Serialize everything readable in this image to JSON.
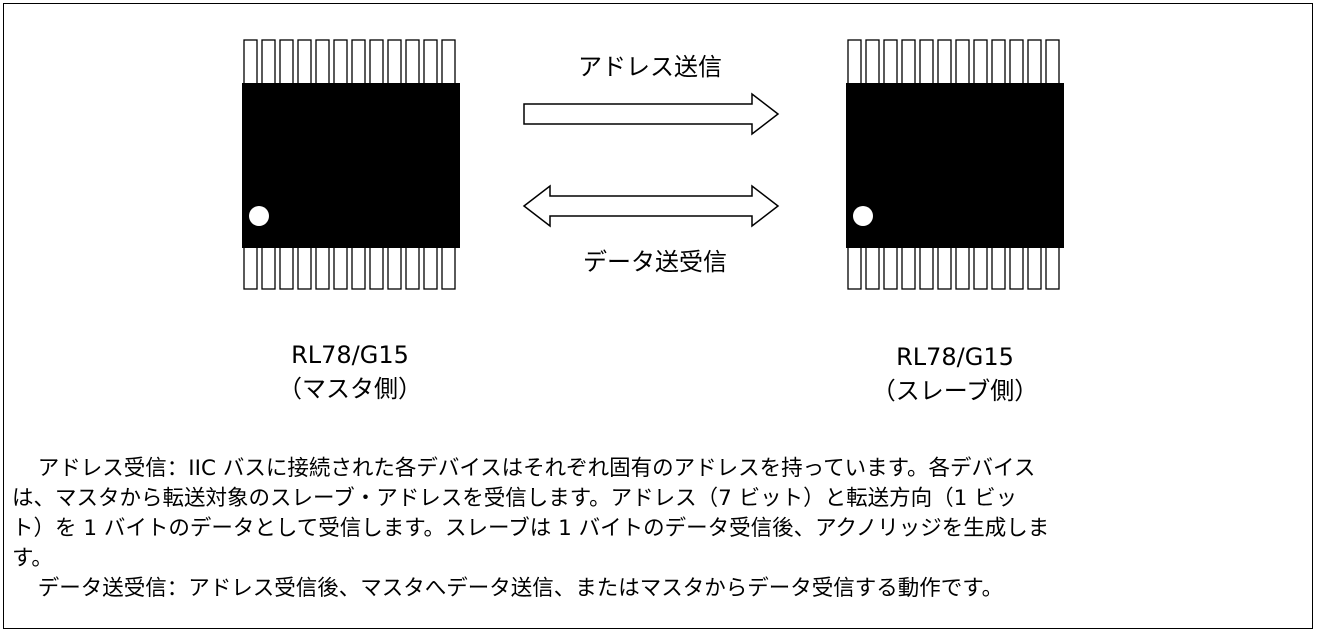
{
  "diagram": {
    "arrow_top_label": "アドレス送信",
    "arrow_bottom_label": "データ送受信",
    "master": {
      "name": "RL78/G15",
      "role": "（マスタ側）"
    },
    "slave": {
      "name": "RL78/G15",
      "role": "（スレーブ側）"
    }
  },
  "text": {
    "para1_lines": [
      "アドレス受信：IIC バスに接続された各デバイスはそれぞれ固有のアドレスを持っています。各デバイス",
      "は、マスタから転送対象のスレーブ・アドレスを受信します。アドレス（7 ビット）と転送方向（1 ビッ",
      "ト）を 1 バイトのデータとして受信します。スレーブは 1 バイトのデータ受信後、アクノリッジを生成しま",
      "す。"
    ],
    "para2": "データ送受信：アドレス受信後、マスタへデータ送信、またはマスタからデータ受信する動作です。"
  }
}
